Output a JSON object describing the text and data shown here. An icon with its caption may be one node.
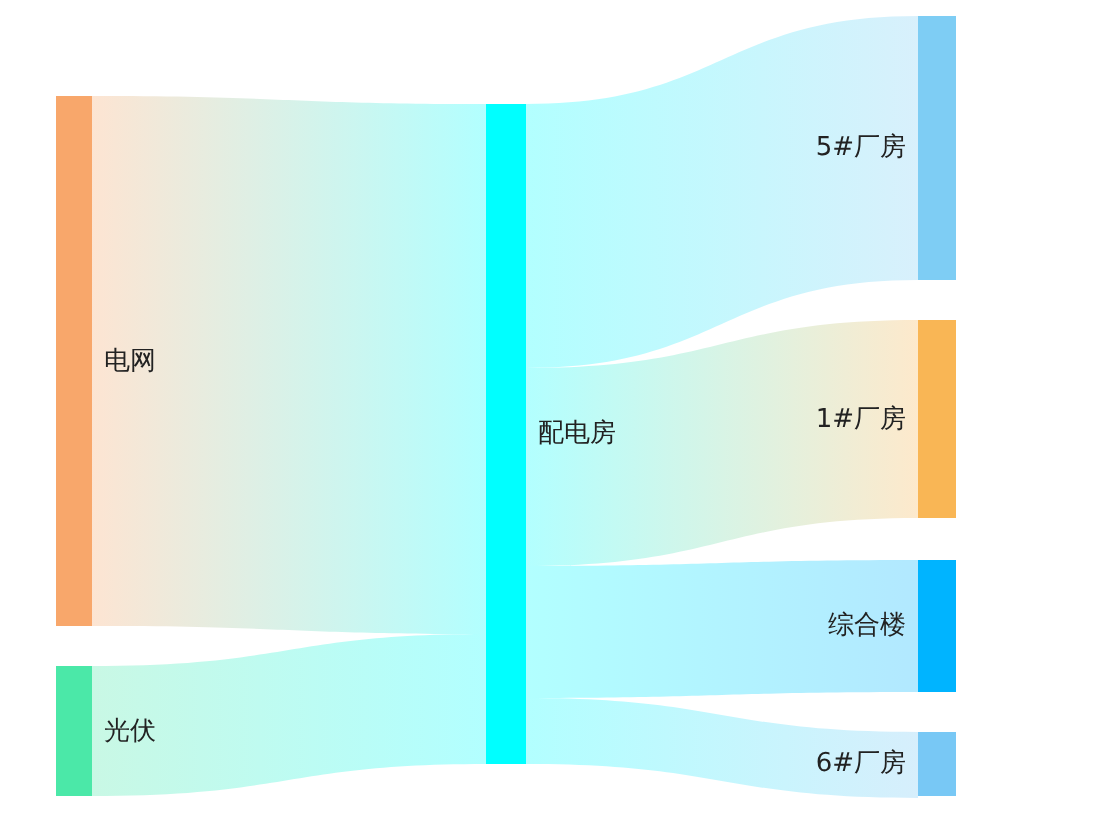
{
  "diagram": {
    "nodes": [
      {
        "text": [
          "电网"
        ]
      },
      {
        "text": [
          "光伏"
        ]
      },
      {
        "text": [
          "配电房"
        ]
      },
      {
        "text": [
          "5#厂房"
        ]
      },
      {
        "text": [
          "1#厂房"
        ]
      },
      {
        "text": [
          "综合楼"
        ]
      },
      {
        "text": [
          "6#厂房"
        ]
      }
    ],
    "edges": [
      {
        "from": 0,
        "to": 2,
        "arrow": "none"
      },
      {
        "from": 1,
        "to": 2,
        "arrow": "none"
      },
      {
        "from": 2,
        "to": 3,
        "arrow": "none"
      },
      {
        "from": 2,
        "to": 4,
        "arrow": "none"
      },
      {
        "from": 2,
        "to": 5,
        "arrow": "none"
      },
      {
        "from": 2,
        "to": 6,
        "arrow": "none"
      }
    ]
  }
}
